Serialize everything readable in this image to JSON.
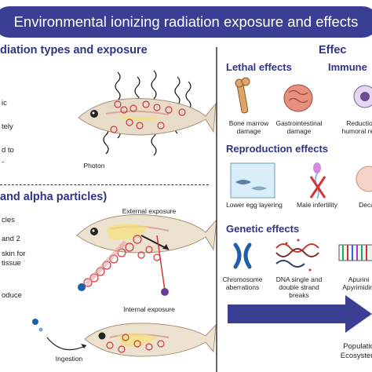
{
  "title": "Environmental ionizing radiation exposure and effects",
  "left": {
    "section1_heading": "diation types and exposure",
    "section2_heading": "and alpha particles)",
    "left_fragments_top": [
      "ic",
      "tely",
      "d to",
      "-"
    ],
    "left_fragments_bottom": [
      "cles",
      "and 2",
      "skin for",
      "tissue",
      "oduce"
    ],
    "photon_label": "Photon",
    "external_label": "External exposure",
    "internal_label": "Internal exposure",
    "ingestion_label": "Ingestion"
  },
  "right": {
    "effects_heading": "Effec",
    "lethal_heading": "Lethal effects",
    "immune_heading": "Immune",
    "bone_marrow": "Bone marrow damage",
    "gastro": "Gastrointestinal damage",
    "reduction": "Reductio humoral res",
    "reproduction_heading": "Reproduction effects",
    "egg": "Lower egg layering",
    "infertility": "Male infertility",
    "deca": "Deca",
    "genetic_heading": "Genetic effects",
    "chromosome": "Chromosome aberrations",
    "dna": "DNA single and double strand breaks",
    "apurinic": "Apurini Apyrimidini",
    "population": "Populatio Ecosystem"
  },
  "colors": {
    "title_bg": "#3b3f94",
    "heading": "#2e3487",
    "arrow": "#3b3f94",
    "ring": "#d2363a"
  }
}
